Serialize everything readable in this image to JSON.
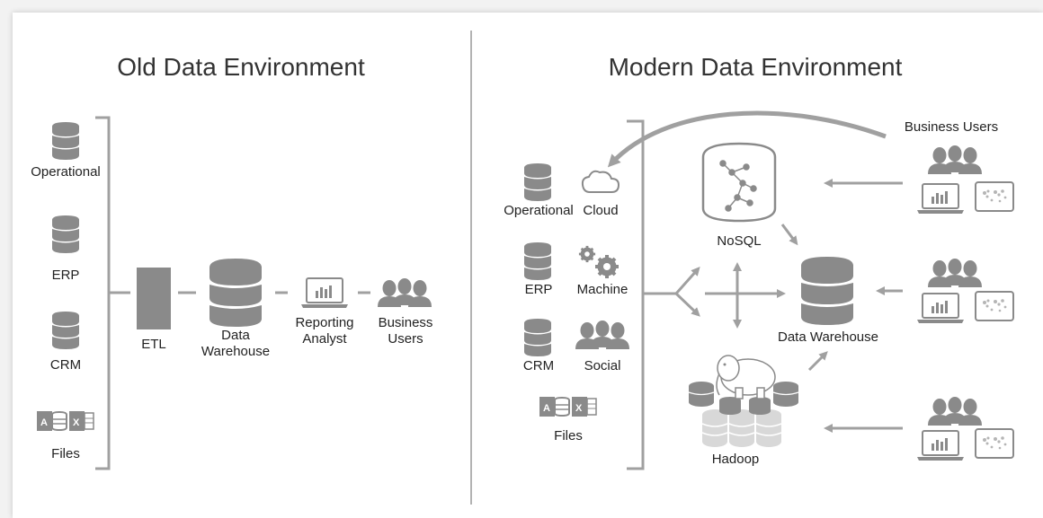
{
  "old": {
    "title": "Old Data Environment",
    "sources": {
      "operational": "Operational",
      "erp": "ERP",
      "crm": "CRM",
      "files": "Files"
    },
    "etl": "ETL",
    "warehouse": [
      "Data",
      "Warehouse"
    ],
    "reporting": [
      "Reporting",
      "Analyst"
    ],
    "business": [
      "Business",
      "Users"
    ]
  },
  "modern": {
    "title": "Modern Data Environment",
    "sources": {
      "operational": "Operational",
      "cloud": "Cloud",
      "erp": "ERP",
      "machine": "Machine",
      "crm": "CRM",
      "social": "Social",
      "files": "Files"
    },
    "nosql": "NoSQL",
    "warehouse": "Data Warehouse",
    "hadoop": "Hadoop",
    "business_users": "Business Users"
  },
  "icon_glyphs": {
    "access": "A",
    "excel": "X"
  },
  "colors": {
    "icon": "#8a8a8a",
    "line": "#a0a0a0",
    "divider": "#9a9a9a",
    "text": "#222222"
  }
}
